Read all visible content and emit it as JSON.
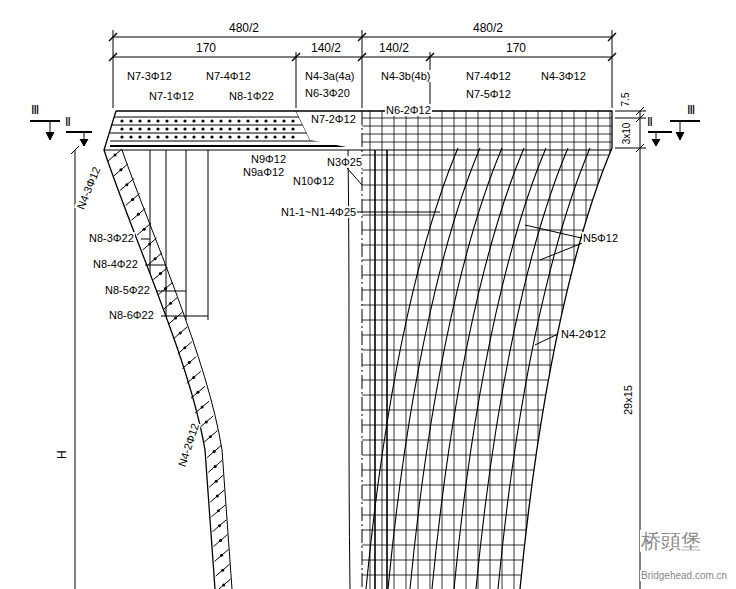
{
  "diagram": {
    "labels": [
      "480/2",
      "480/2",
      "170",
      "140/2",
      "140/2",
      "170",
      "N7-3Φ12",
      "N7-4Φ12",
      "N4-3a(4a)",
      "N4-3b(4b)",
      "N7-4Φ12",
      "N4-3Φ12",
      "N7-1Φ12",
      "N8-1Φ22",
      "N6-3Φ20",
      "N7-5Φ12",
      "N6-2Φ12",
      "N7-2Φ12",
      "7.5",
      "3x10",
      "Ⅲ",
      "Ⅱ",
      "Ⅲ",
      "Ⅱ",
      "N9Φ12",
      "N9aΦ12",
      "N3Φ25",
      "N10Φ12",
      "N4-3Φ12",
      "N1-1~N1-4Φ25",
      "N5Φ12",
      "N8-3Φ22",
      "N8-4Φ22",
      "N8-5Φ22",
      "N8-6Φ22",
      "N4-2Φ12",
      "29x15",
      "H",
      "N4-2Φ12",
      "桥頭堡",
      "Bridgehead.com.cn"
    ]
  }
}
